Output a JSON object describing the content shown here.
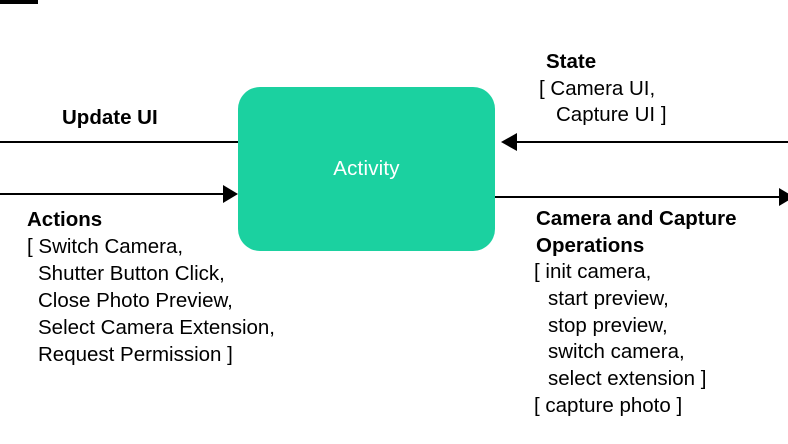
{
  "colors": {
    "node_fill": "#1BD1A0",
    "node_text": "#FFFFFF",
    "line": "#000000"
  },
  "node": {
    "label": "Activity"
  },
  "labels": {
    "update_ui": "Update UI"
  },
  "actions": {
    "title": "Actions",
    "lines": [
      "[ Switch Camera,",
      "Shutter Button Click,",
      "Close Photo Preview,",
      "Select Camera Extension,",
      "Request Permission ]"
    ]
  },
  "state": {
    "title": "State",
    "lines": [
      "[ Camera UI,",
      "Capture UI ]"
    ]
  },
  "operations": {
    "title_lines": [
      "Camera and Capture",
      "Operations"
    ],
    "lines": [
      "[ init camera,",
      "start preview,",
      "stop preview,",
      "switch camera,",
      "select extension ]",
      "[ capture photo ]"
    ]
  }
}
